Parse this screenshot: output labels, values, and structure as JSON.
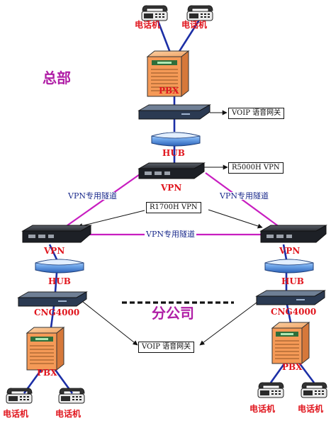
{
  "labels": {
    "phone": "电话机",
    "pbx": "PBX",
    "hub": "HUB",
    "vpn": "VPN",
    "cng": "CNG4000",
    "hq": "总部",
    "branch": "分公司",
    "tunnel": "VPN专用隧道"
  },
  "callouts": {
    "voip_hq": "VOIP 语音网关",
    "r5000h": "R5000H VPN",
    "r1700h": "R1700H VPN",
    "voip_branch": "VOIP 语音网关"
  },
  "colors": {
    "link": "#1c2fa6",
    "tunnel": "#c81ec0",
    "label_red": "#e0161e",
    "label_navy": "#1a2a8c",
    "title": "#b01fa6",
    "pbx_body": "#f59a57",
    "hub_body": "#3d7ed6",
    "router_body": "#262a30"
  }
}
